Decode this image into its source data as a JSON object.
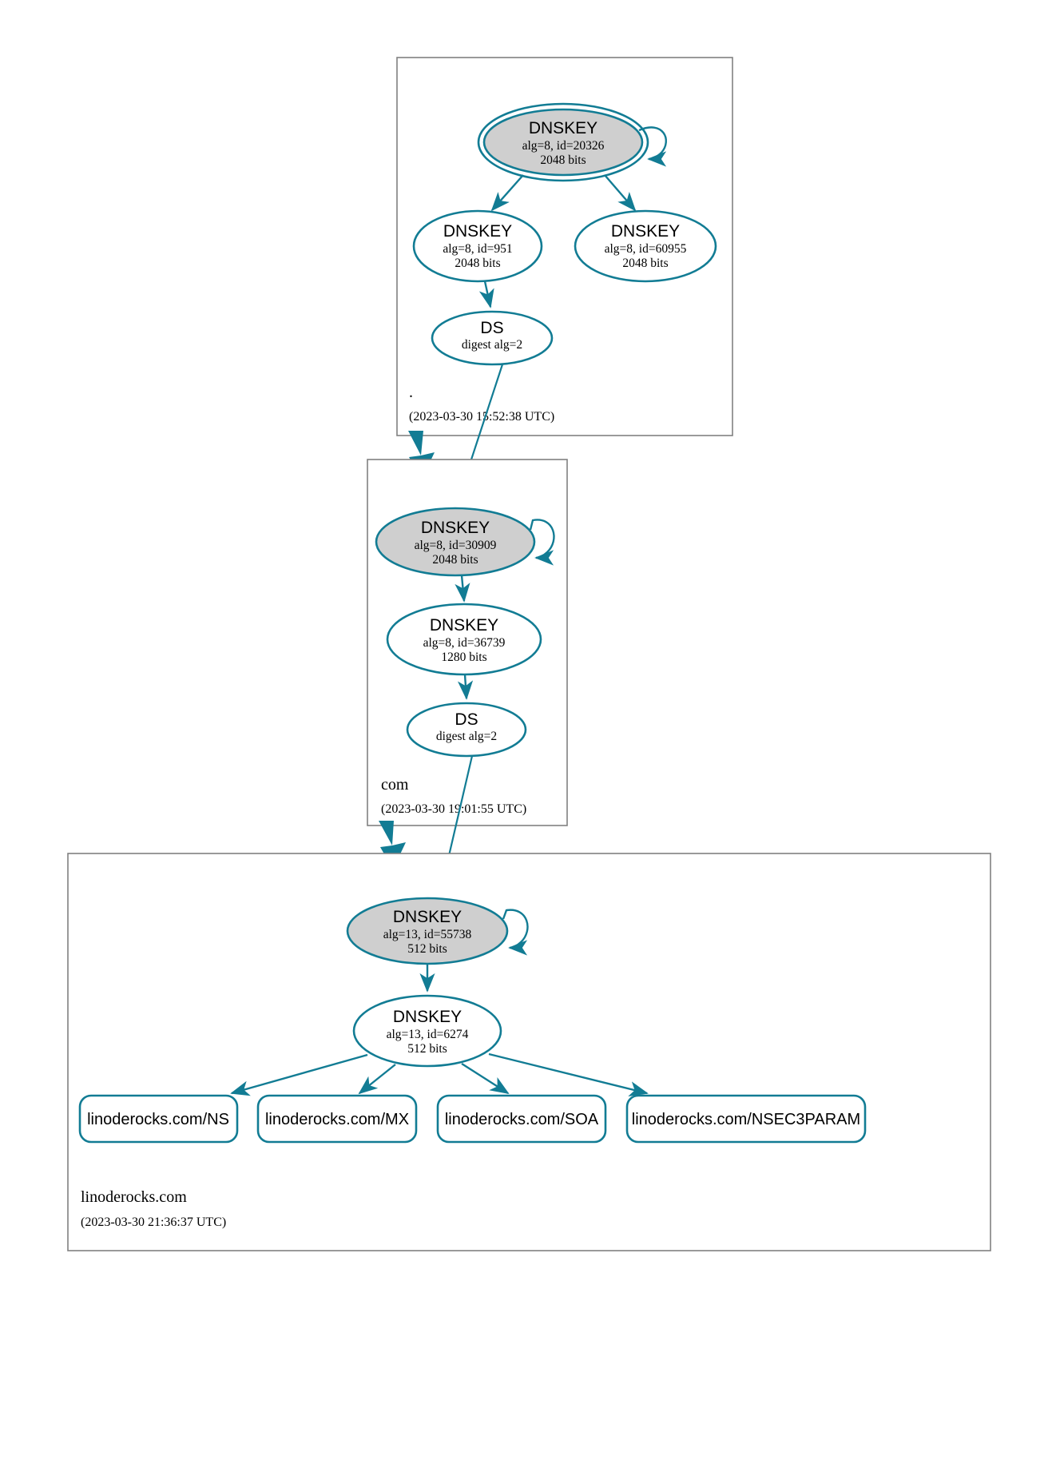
{
  "diagram": {
    "type": "dnssec-chain-of-trust",
    "accent_color": "#127C94",
    "secure_key_fill": "#cfcfcf",
    "zone_border_color": "#808080"
  },
  "zones": [
    {
      "name": "root",
      "label": ".",
      "timestamp": "(2023-03-30 15:52:38 UTC)",
      "nodes": [
        {
          "id": "root-ksk",
          "kind": "DNSKEY",
          "title": "DNSKEY",
          "alg": "alg=8, id=20326",
          "bits": "2048 bits",
          "trust_anchor": true,
          "secure": true,
          "self_sign": true
        },
        {
          "id": "root-zsk-951",
          "kind": "DNSKEY",
          "title": "DNSKEY",
          "alg": "alg=8, id=951",
          "bits": "2048 bits",
          "trust_anchor": false,
          "secure": false,
          "self_sign": false
        },
        {
          "id": "root-zsk-60955",
          "kind": "DNSKEY",
          "title": "DNSKEY",
          "alg": "alg=8, id=60955",
          "bits": "2048 bits",
          "trust_anchor": false,
          "secure": false,
          "self_sign": false
        },
        {
          "id": "root-ds",
          "kind": "DS",
          "title": "DS",
          "alg": "digest alg=2",
          "bits": "",
          "trust_anchor": false,
          "secure": false,
          "self_sign": false
        }
      ]
    },
    {
      "name": "com",
      "label": "com",
      "timestamp": "(2023-03-30 19:01:55 UTC)",
      "nodes": [
        {
          "id": "com-ksk",
          "kind": "DNSKEY",
          "title": "DNSKEY",
          "alg": "alg=8, id=30909",
          "bits": "2048 bits",
          "trust_anchor": false,
          "secure": true,
          "self_sign": true
        },
        {
          "id": "com-zsk",
          "kind": "DNSKEY",
          "title": "DNSKEY",
          "alg": "alg=8, id=36739",
          "bits": "1280 bits",
          "trust_anchor": false,
          "secure": false,
          "self_sign": false
        },
        {
          "id": "com-ds",
          "kind": "DS",
          "title": "DS",
          "alg": "digest alg=2",
          "bits": "",
          "trust_anchor": false,
          "secure": false,
          "self_sign": false
        }
      ]
    },
    {
      "name": "linoderocks.com",
      "label": "linoderocks.com",
      "timestamp": "(2023-03-30 21:36:37 UTC)",
      "nodes": [
        {
          "id": "lr-ksk",
          "kind": "DNSKEY",
          "title": "DNSKEY",
          "alg": "alg=13, id=55738",
          "bits": "512 bits",
          "trust_anchor": false,
          "secure": true,
          "self_sign": true
        },
        {
          "id": "lr-zsk",
          "kind": "DNSKEY",
          "title": "DNSKEY",
          "alg": "alg=13, id=6274",
          "bits": "512 bits",
          "trust_anchor": false,
          "secure": false,
          "self_sign": false
        }
      ],
      "rrsets": [
        {
          "id": "rr-ns",
          "label": "linoderocks.com/NS"
        },
        {
          "id": "rr-mx",
          "label": "linoderocks.com/MX"
        },
        {
          "id": "rr-soa",
          "label": "linoderocks.com/SOA"
        },
        {
          "id": "rr-nsec3param",
          "label": "linoderocks.com/NSEC3PARAM"
        }
      ]
    }
  ]
}
